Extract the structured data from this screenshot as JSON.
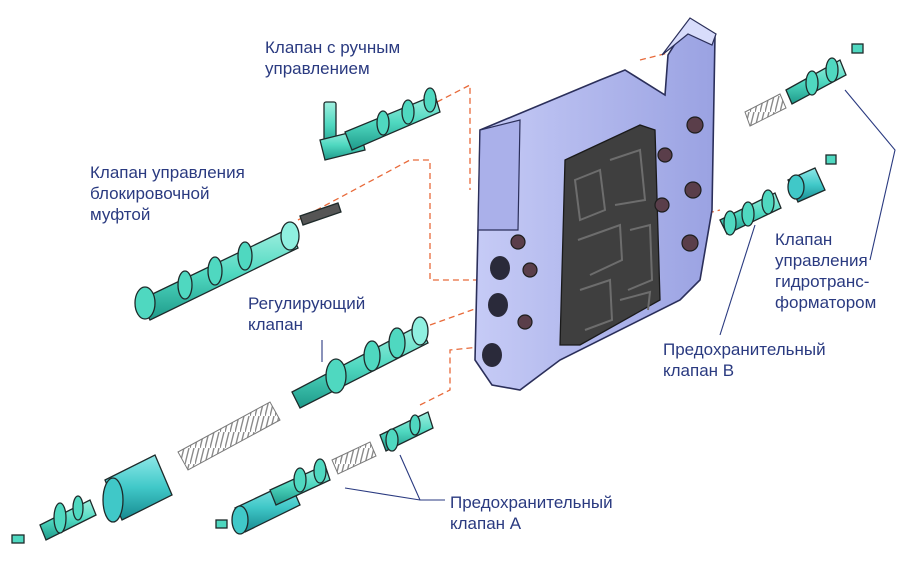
{
  "labels": {
    "manual_valve": "Клапан с ручным\nуправлением",
    "lockup_valve": "Клапан управления\nблокировочной\nмуфтой",
    "regulating_valve": "Регулирующий\nклапан",
    "torque_converter_valve": "Клапан\nуправления\nгидротранс-\nформатором",
    "relief_valve_b": "Предохранительный\nклапан В",
    "relief_valve_a": "Предохранительный\nклапан А"
  },
  "colors": {
    "label_text": "#2a3a80",
    "valve_body": "#b7bdf0",
    "valve_body_dark": "#8f97d8",
    "gasket": "#3e3e3e",
    "valve_parts": "#4fd8c0",
    "valve_parts_dark": "#1e9a8a",
    "spring": "#c4c4c4",
    "sleeve": "#40c8c8",
    "dashed_lines": "#e86a3a"
  }
}
